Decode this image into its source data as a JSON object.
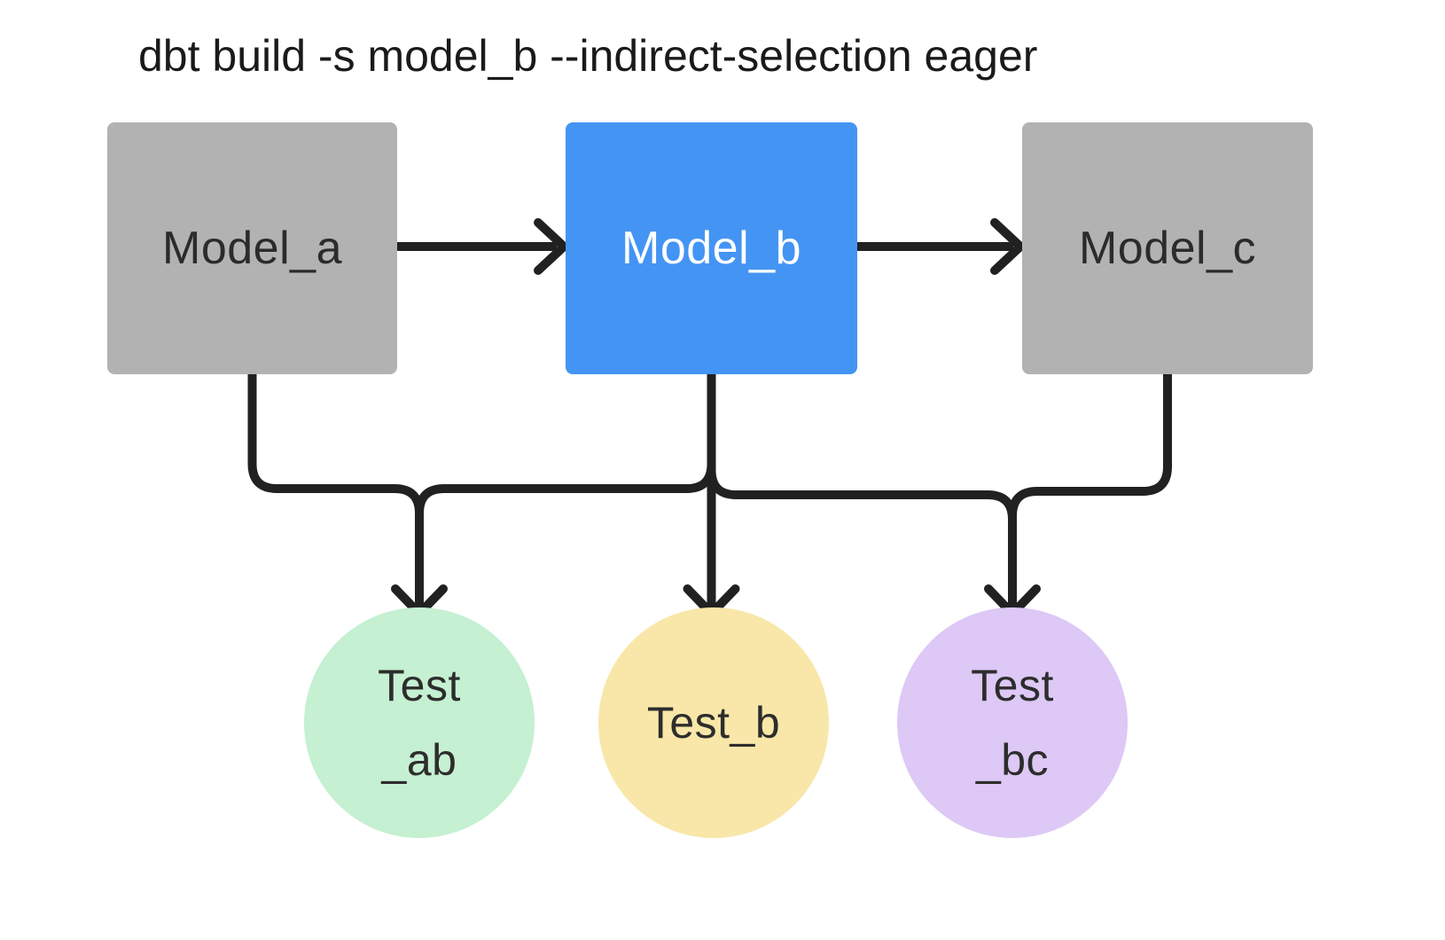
{
  "title": "dbt build -s model_b --indirect-selection eager",
  "colors": {
    "background": "#ffffff",
    "edge": "#212121",
    "title_text": "#1a1a1a",
    "model_default_fill": "#b2b2b2",
    "model_selected_fill": "#4494f4",
    "model_text_dark": "#2b2b2b",
    "model_text_light": "#ffffff",
    "test_text": "#2d2d2d",
    "test_ab_fill": "#c5f0d2",
    "test_b_fill": "#f8e7a8",
    "test_bc_fill": "#ddc8f6"
  },
  "nodes": {
    "model_a": {
      "label": "Model_a",
      "type": "model",
      "selected": false,
      "fill": "#b2b2b2",
      "text_color": "#2b2b2b"
    },
    "model_b": {
      "label": "Model_b",
      "type": "model",
      "selected": true,
      "fill": "#4494f4",
      "text_color": "#ffffff"
    },
    "model_c": {
      "label": "Model_c",
      "type": "model",
      "selected": false,
      "fill": "#b2b2b2",
      "text_color": "#2b2b2b"
    }
  },
  "tests": {
    "test_ab": {
      "lines": [
        "Test",
        "_ab"
      ],
      "type": "test",
      "fill": "#c5f0d2",
      "text_color": "#2d2d2d"
    },
    "test_b": {
      "lines": [
        "Test_b"
      ],
      "type": "test",
      "fill": "#f8e7a8",
      "text_color": "#2d2d2d"
    },
    "test_bc": {
      "lines": [
        "Test",
        "_bc"
      ],
      "type": "test",
      "fill": "#ddc8f6",
      "text_color": "#2d2d2d"
    }
  },
  "edges": [
    {
      "from": "Model_a",
      "to": "Model_b"
    },
    {
      "from": "Model_b",
      "to": "Model_c"
    },
    {
      "from": "Model_a",
      "to": "Test_ab"
    },
    {
      "from": "Model_b",
      "to": "Test_ab"
    },
    {
      "from": "Model_b",
      "to": "Test_b"
    },
    {
      "from": "Model_b",
      "to": "Test_bc"
    },
    {
      "from": "Model_c",
      "to": "Test_bc"
    }
  ]
}
